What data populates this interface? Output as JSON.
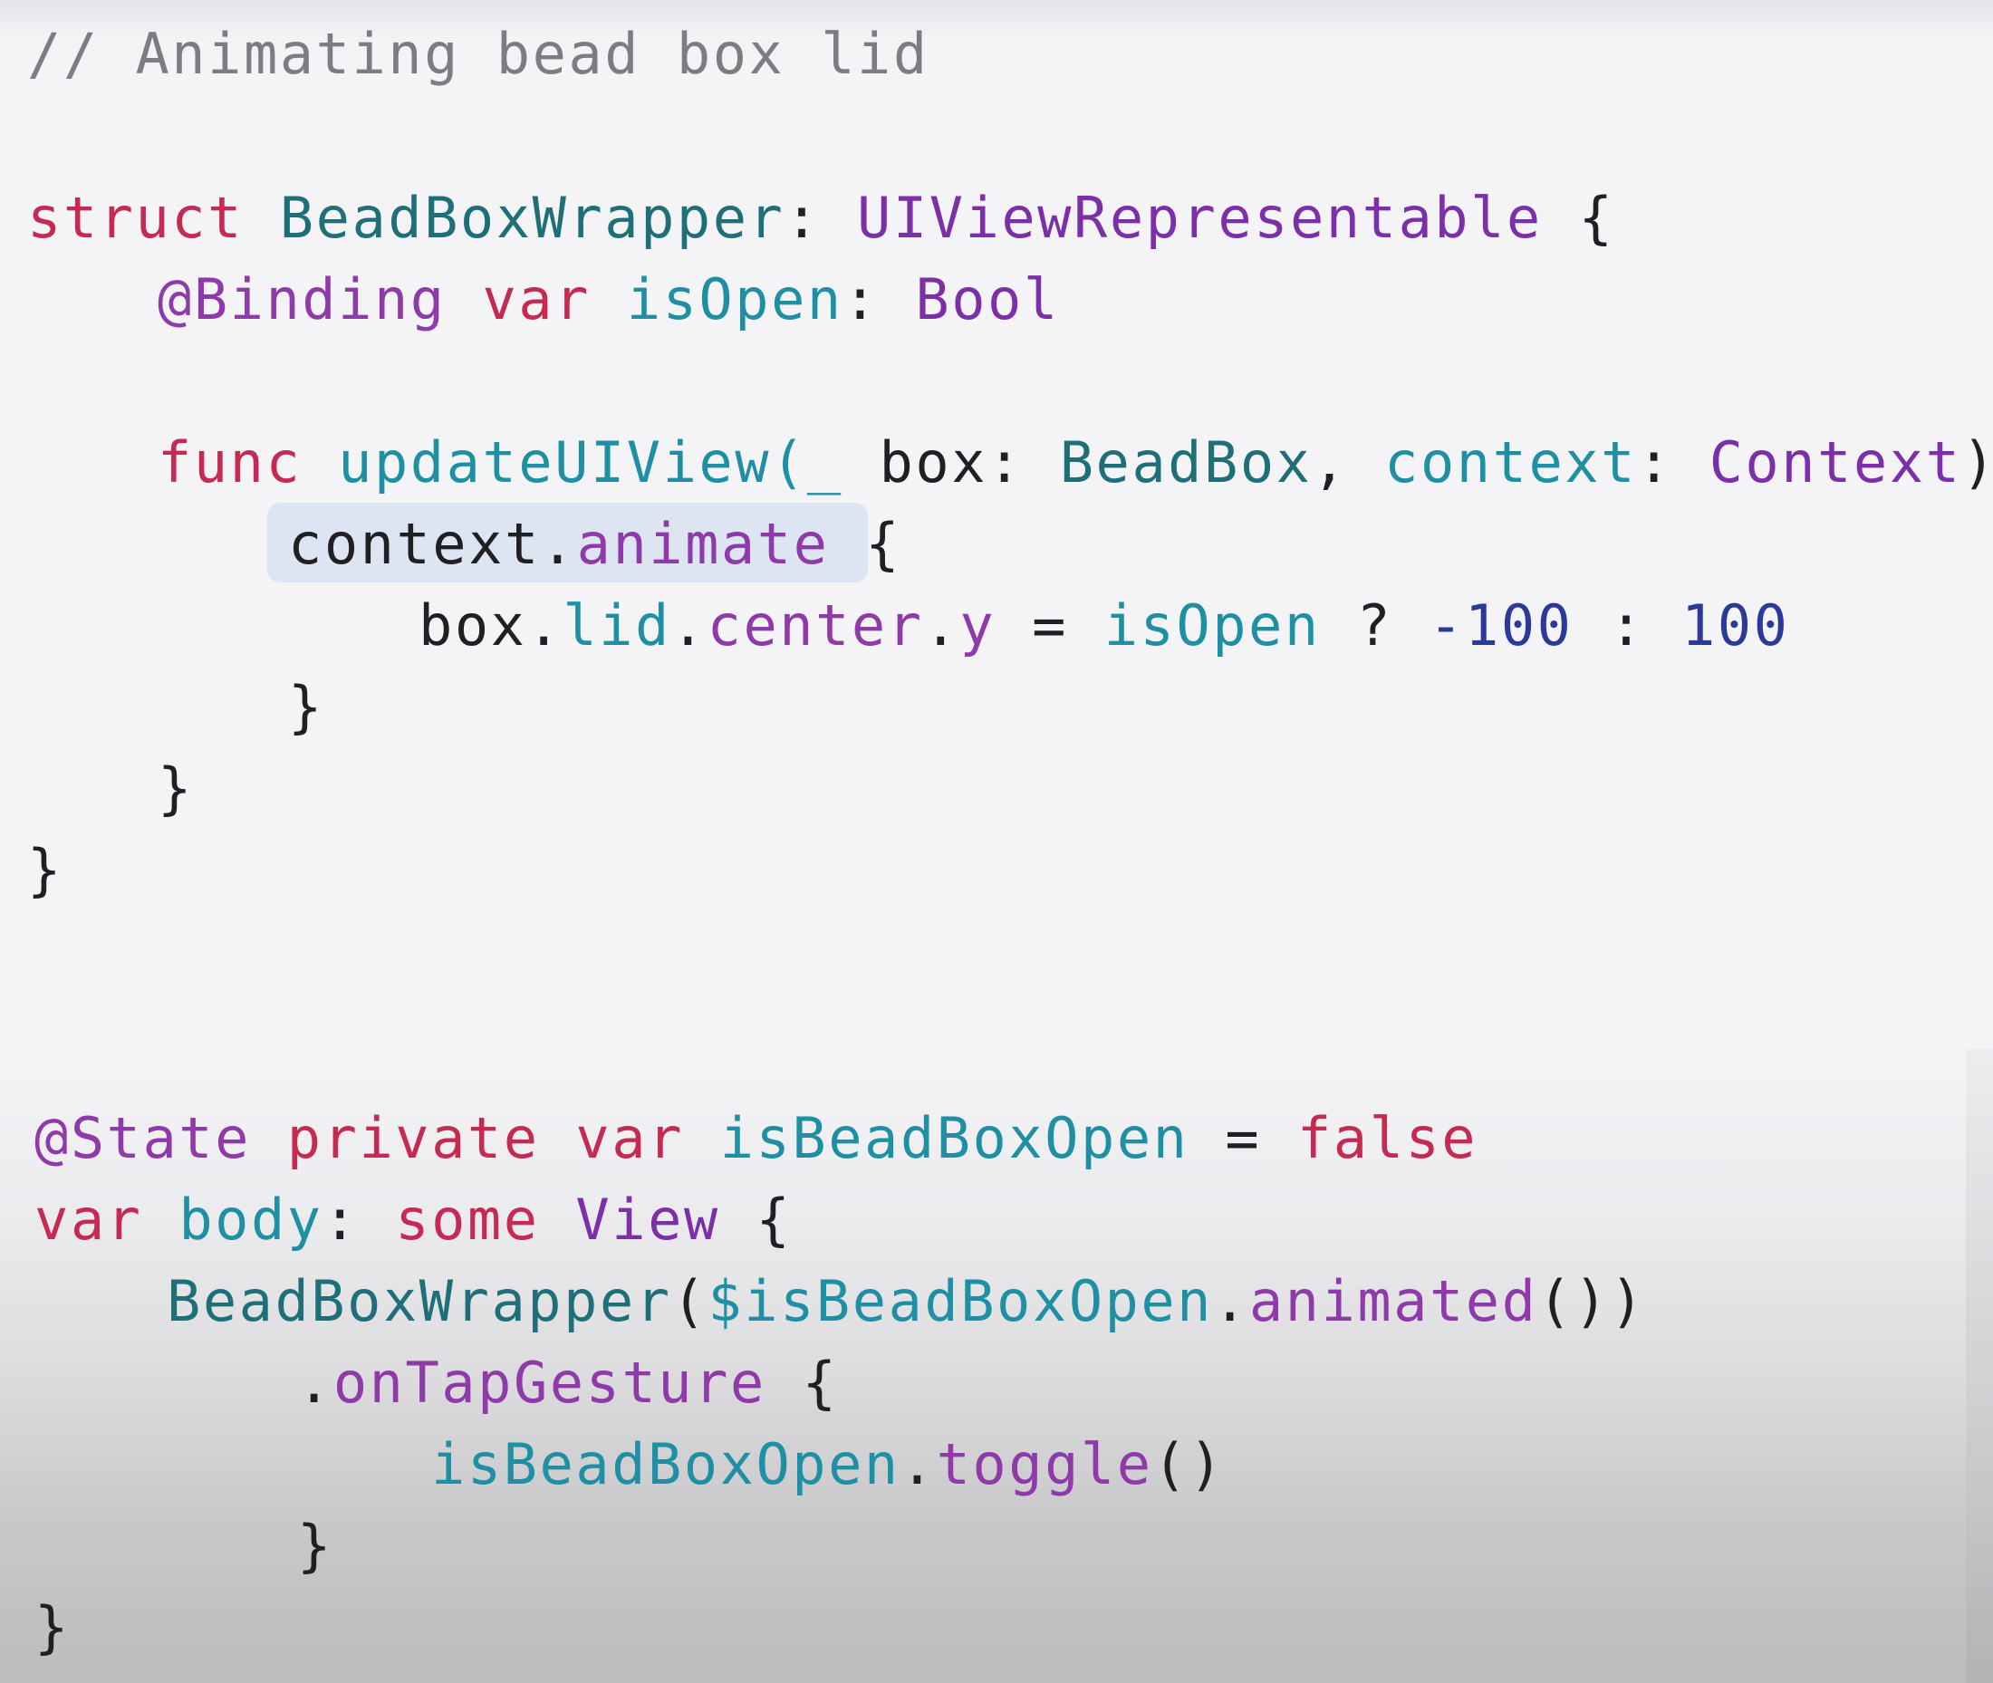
{
  "colors": {
    "background": "#f4f4f7",
    "panel_bottom_gradient_end": "#bdbdbf",
    "highlight": "#dde4f2",
    "keyword": "#c42a52",
    "type_declaration": "#1f6f78",
    "type": "#7b2fa8",
    "attribute": "#8e3aa8",
    "identifier": "#1f8fa4",
    "plain": "#1f1f24",
    "number": "#2b3a9a",
    "comment": "#7c7c82"
  },
  "code_block_1": {
    "comment": "// Animating bead box lid",
    "lines": [
      [
        {
          "text": "struct ",
          "kind": "keyword"
        },
        {
          "text": "BeadBoxWrapper",
          "kind": "typedecl"
        },
        {
          "text": ": ",
          "kind": "plain"
        },
        {
          "text": "UIViewRepresentable",
          "kind": "type"
        },
        {
          "text": " {",
          "kind": "plain"
        }
      ],
      [
        {
          "text": "@Binding",
          "kind": "attr"
        },
        {
          "text": " ",
          "kind": "plain"
        },
        {
          "text": "var",
          "kind": "keyword"
        },
        {
          "text": " ",
          "kind": "plain"
        },
        {
          "text": "isOpen",
          "kind": "ident"
        },
        {
          "text": ": ",
          "kind": "plain"
        },
        {
          "text": "Bool",
          "kind": "type"
        }
      ],
      [
        {
          "text": "func",
          "kind": "keyword"
        },
        {
          "text": " ",
          "kind": "plain"
        },
        {
          "text": "updateUIView(_",
          "kind": "ident"
        },
        {
          "text": " box: ",
          "kind": "plain"
        },
        {
          "text": "BeadBox",
          "kind": "typedecl"
        },
        {
          "text": ", ",
          "kind": "plain"
        },
        {
          "text": "context",
          "kind": "ident"
        },
        {
          "text": ": ",
          "kind": "plain"
        },
        {
          "text": "Context",
          "kind": "type"
        },
        {
          "text": ") {",
          "kind": "plain"
        }
      ],
      [
        {
          "text": "context.",
          "kind": "plain"
        },
        {
          "text": "animate",
          "kind": "prop"
        },
        {
          "text": " {",
          "kind": "plain"
        }
      ],
      [
        {
          "text": "box.",
          "kind": "plain"
        },
        {
          "text": "lid",
          "kind": "ident"
        },
        {
          "text": ".",
          "kind": "plain"
        },
        {
          "text": "center",
          "kind": "prop"
        },
        {
          "text": ".",
          "kind": "plain"
        },
        {
          "text": "y",
          "kind": "prop"
        },
        {
          "text": " = ",
          "kind": "plain"
        },
        {
          "text": "isOpen",
          "kind": "ident"
        },
        {
          "text": " ? ",
          "kind": "plain"
        },
        {
          "text": "-100",
          "kind": "num"
        },
        {
          "text": " : ",
          "kind": "plain"
        },
        {
          "text": "100",
          "kind": "num"
        }
      ],
      [
        {
          "text": "}",
          "kind": "plain"
        }
      ],
      [
        {
          "text": "}",
          "kind": "plain"
        }
      ],
      [
        {
          "text": "}",
          "kind": "plain"
        }
      ]
    ]
  },
  "code_block_2": {
    "lines": [
      [
        {
          "text": "@State",
          "kind": "attr"
        },
        {
          "text": " ",
          "kind": "plain"
        },
        {
          "text": "private",
          "kind": "keyword"
        },
        {
          "text": " ",
          "kind": "plain"
        },
        {
          "text": "var",
          "kind": "keyword"
        },
        {
          "text": " ",
          "kind": "plain"
        },
        {
          "text": "isBeadBoxOpen",
          "kind": "ident"
        },
        {
          "text": " = ",
          "kind": "plain"
        },
        {
          "text": "false",
          "kind": "keyword"
        }
      ],
      [
        {
          "text": "var",
          "kind": "keyword"
        },
        {
          "text": " ",
          "kind": "plain"
        },
        {
          "text": "body",
          "kind": "ident"
        },
        {
          "text": ": ",
          "kind": "plain"
        },
        {
          "text": "some",
          "kind": "keyword"
        },
        {
          "text": " ",
          "kind": "plain"
        },
        {
          "text": "View",
          "kind": "type"
        },
        {
          "text": " {",
          "kind": "plain"
        }
      ],
      [
        {
          "text": "BeadBoxWrapper",
          "kind": "typedecl"
        },
        {
          "text": "(",
          "kind": "plain"
        },
        {
          "text": "$isBeadBoxOpen",
          "kind": "ident"
        },
        {
          "text": ".",
          "kind": "plain"
        },
        {
          "text": "animated",
          "kind": "prop"
        },
        {
          "text": "())",
          "kind": "plain"
        }
      ],
      [
        {
          "text": ".",
          "kind": "plain"
        },
        {
          "text": "onTapGesture",
          "kind": "prop"
        },
        {
          "text": " {",
          "kind": "plain"
        }
      ],
      [
        {
          "text": "isBeadBoxOpen",
          "kind": "ident"
        },
        {
          "text": ".",
          "kind": "plain"
        },
        {
          "text": "toggle",
          "kind": "prop"
        },
        {
          "text": "()",
          "kind": "plain"
        }
      ],
      [
        {
          "text": "}",
          "kind": "plain"
        }
      ],
      [
        {
          "text": "}",
          "kind": "plain"
        }
      ]
    ]
  }
}
